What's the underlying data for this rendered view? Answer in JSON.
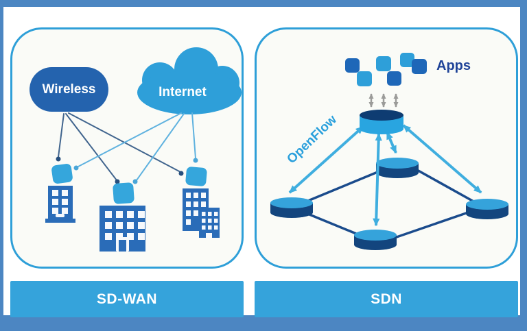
{
  "left_panel": {
    "caption": "SD-WAN",
    "nodes": {
      "wireless": "Wireless",
      "internet": "Internet"
    }
  },
  "right_panel": {
    "caption": "SDN",
    "labels": {
      "apps": "Apps",
      "protocol": "OpenFlow"
    }
  },
  "colors": {
    "frame": "#4C86C2",
    "page_bg": "#FFFFFF",
    "panel_bg": "#FAFBF7",
    "panel_border": "#2E9FD8",
    "bar_bg": "#35A3DB",
    "bar_text": "#FFFFFF",
    "wireless_fill": "#2463AE",
    "cloud_fill": "#2E9FD9",
    "node_square": "#35A6DC",
    "building": "#2A6CB8",
    "window": "#F6F9FC",
    "wireless_line": "#41658E",
    "internet_line": "#5FB2DF",
    "apps_dark": "#1E67B8",
    "apps_light": "#2E9FD9",
    "apps_text": "#1F4398",
    "openflow_text": "#2AA0DC",
    "gray_arrow": "#9B9B99",
    "cyl_dark": "#0E3C72",
    "cyl_light": "#29A5E0",
    "disk_top": "#35A3DB",
    "disk_body": "#13457E",
    "net_line": "#1A4B8C",
    "flow_arrow": "#3FAEDF"
  }
}
